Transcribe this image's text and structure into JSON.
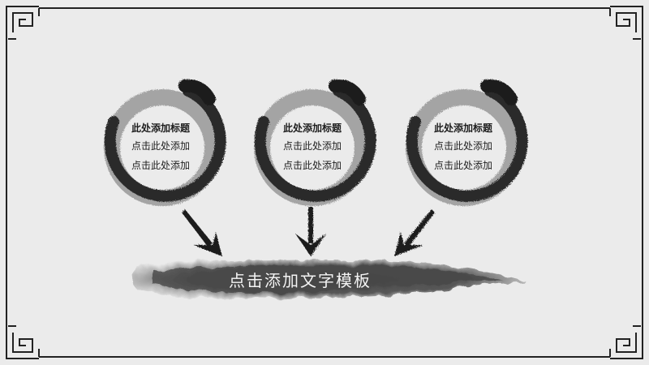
{
  "slide": {
    "background": "#ebebeb",
    "ink_color": "#1e1e1e",
    "items": [
      {
        "title": "此处添加标题",
        "lines": [
          "点击此处添加",
          "点击此处添加"
        ]
      },
      {
        "title": "此处添加标题",
        "lines": [
          "点击此处添加",
          "点击此处添加"
        ]
      },
      {
        "title": "此处添加标题",
        "lines": [
          "点击此处添加",
          "点击此处添加"
        ]
      }
    ],
    "banner": {
      "text": "点击添加文字模板"
    }
  }
}
